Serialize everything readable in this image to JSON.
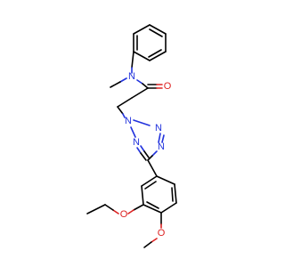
{
  "atoms": {
    "amide_n": "N",
    "carbonyl_o": "O",
    "tetrazole_n1": "N",
    "tetrazole_n2": "N",
    "tetrazole_n3": "N",
    "tetrazole_n4": "N",
    "ethoxy_o": "O",
    "methoxy_o": "O"
  },
  "colors": {
    "bond": "#000000",
    "nitrogen": "#2233dd",
    "oxygen": "#dd2222"
  }
}
